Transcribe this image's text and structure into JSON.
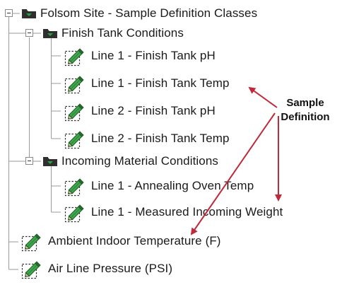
{
  "tree": {
    "root": {
      "label": "Folsom Site - Sample Definition Classes",
      "icon": "folder-icon",
      "expanded": true,
      "children": [
        {
          "label": "Finish Tank Conditions",
          "icon": "folder-icon",
          "expanded": true,
          "children": [
            {
              "label": "Line 1 - Finish Tank pH",
              "icon": "sample-definition-icon"
            },
            {
              "label": "Line 1 - Finish Tank Temp",
              "icon": "sample-definition-icon"
            },
            {
              "label": "Line 2 - Finish Tank pH",
              "icon": "sample-definition-icon"
            },
            {
              "label": "Line 2 - Finish Tank Temp",
              "icon": "sample-definition-icon"
            }
          ]
        },
        {
          "label": "Incoming Material Conditions",
          "icon": "folder-icon",
          "expanded": true,
          "children": [
            {
              "label": "Line 1 - Annealing Oven Temp",
              "icon": "sample-definition-icon"
            },
            {
              "label": "Line 1 - Measured Incoming Weight",
              "icon": "sample-definition-icon"
            }
          ]
        },
        {
          "label": "Ambient Indoor Temperature (F)",
          "icon": "sample-definition-icon"
        },
        {
          "label": "Air Line Pressure (PSI)",
          "icon": "sample-definition-icon"
        }
      ]
    }
  },
  "callout": {
    "line1": "Sample",
    "line2": "Definition",
    "color": "#c0293b"
  },
  "colors": {
    "folder": "#2f2f2f",
    "folder_arrow": "#2e9e3e",
    "pencil": "#3fa64b",
    "tree_line": "#9a9a9a"
  }
}
